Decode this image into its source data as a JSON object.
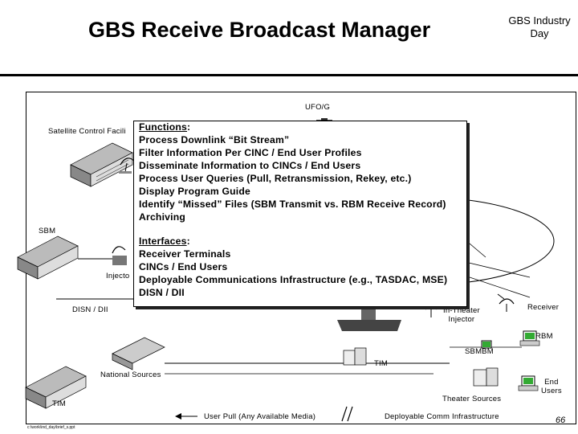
{
  "header": {
    "title": "GBS Receive Broadcast Manager",
    "event": "GBS Industry Day"
  },
  "diagram": {
    "labels": {
      "ufo": "UFO/G",
      "satellite_control": "Satellite Control Facili",
      "sbm_left": "SBM",
      "injector": "Injecto",
      "disn": "DISN / DII",
      "in_theater_injector": "In-Theater\nInjector",
      "receiver": "Receiver",
      "rbm": "RBM",
      "sbm_rbm": "SBMBM",
      "tim_mid": "TIM",
      "national_sources": "National Sources",
      "end_users": "End\nUsers",
      "theater_sources": "Theater Sources",
      "tim_bottom": "TIM",
      "user_pull": "User Pull (Any Available Media)",
      "deployable_comm": "Deployable Comm Infrastructure"
    },
    "functions_box": {
      "functions_heading": "Functions",
      "functions_items": [
        "Process Downlink “Bit Stream”",
        "Filter Information Per CINC / End User Profiles",
        "Disseminate Information to CINCs / End Users",
        "Process User Queries (Pull, Retransmission, Rekey, etc.)",
        "Display Program Guide",
        "Identify “Missed” Files (SBM Transmit vs. RBM Receive Record)",
        "Archiving"
      ],
      "interfaces_heading": "Interfaces",
      "interfaces_items": [
        "Receiver Terminals",
        "CINCs / End Users",
        "Deployable Communications Infrastructure (e.g., TASDAC, MSE)",
        "DISN / DII"
      ]
    }
  },
  "footer": {
    "path": "c:\\work\\ind_day\\brief_s.ppt",
    "page": "66"
  }
}
